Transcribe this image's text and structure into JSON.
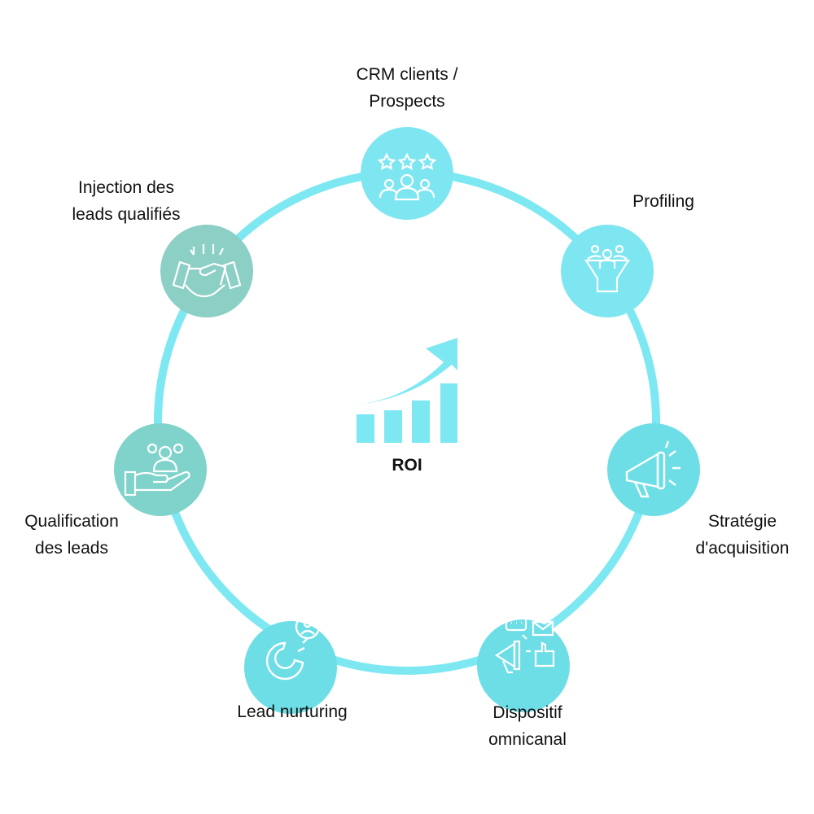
{
  "center": {
    "label": "ROI"
  },
  "colors": {
    "ring": "#7ee8f2",
    "cyan": "#7ee6f1",
    "cyan_dark": "#6ddee6",
    "teal": "#8ccfc4"
  },
  "nodes": [
    {
      "label_1": "CRM clients /",
      "label_2": "Prospects",
      "icon": "rating-people-icon"
    },
    {
      "label_1": "Profiling",
      "icon": "funnel-people-icon"
    },
    {
      "label_1": "Stratégie",
      "label_2": "d'acquisition",
      "icon": "megaphone-icon"
    },
    {
      "label_1": "Dispositif",
      "label_2": "omnicanal",
      "icon": "omnichannel-icon"
    },
    {
      "label_1": "Lead nurturing",
      "icon": "magnet-user-icon"
    },
    {
      "label_1": "Qualification",
      "label_2": "des leads",
      "icon": "hand-people-icon"
    },
    {
      "label_1": "Injection des",
      "label_2": "leads qualifiés",
      "icon": "handshake-icon"
    }
  ]
}
